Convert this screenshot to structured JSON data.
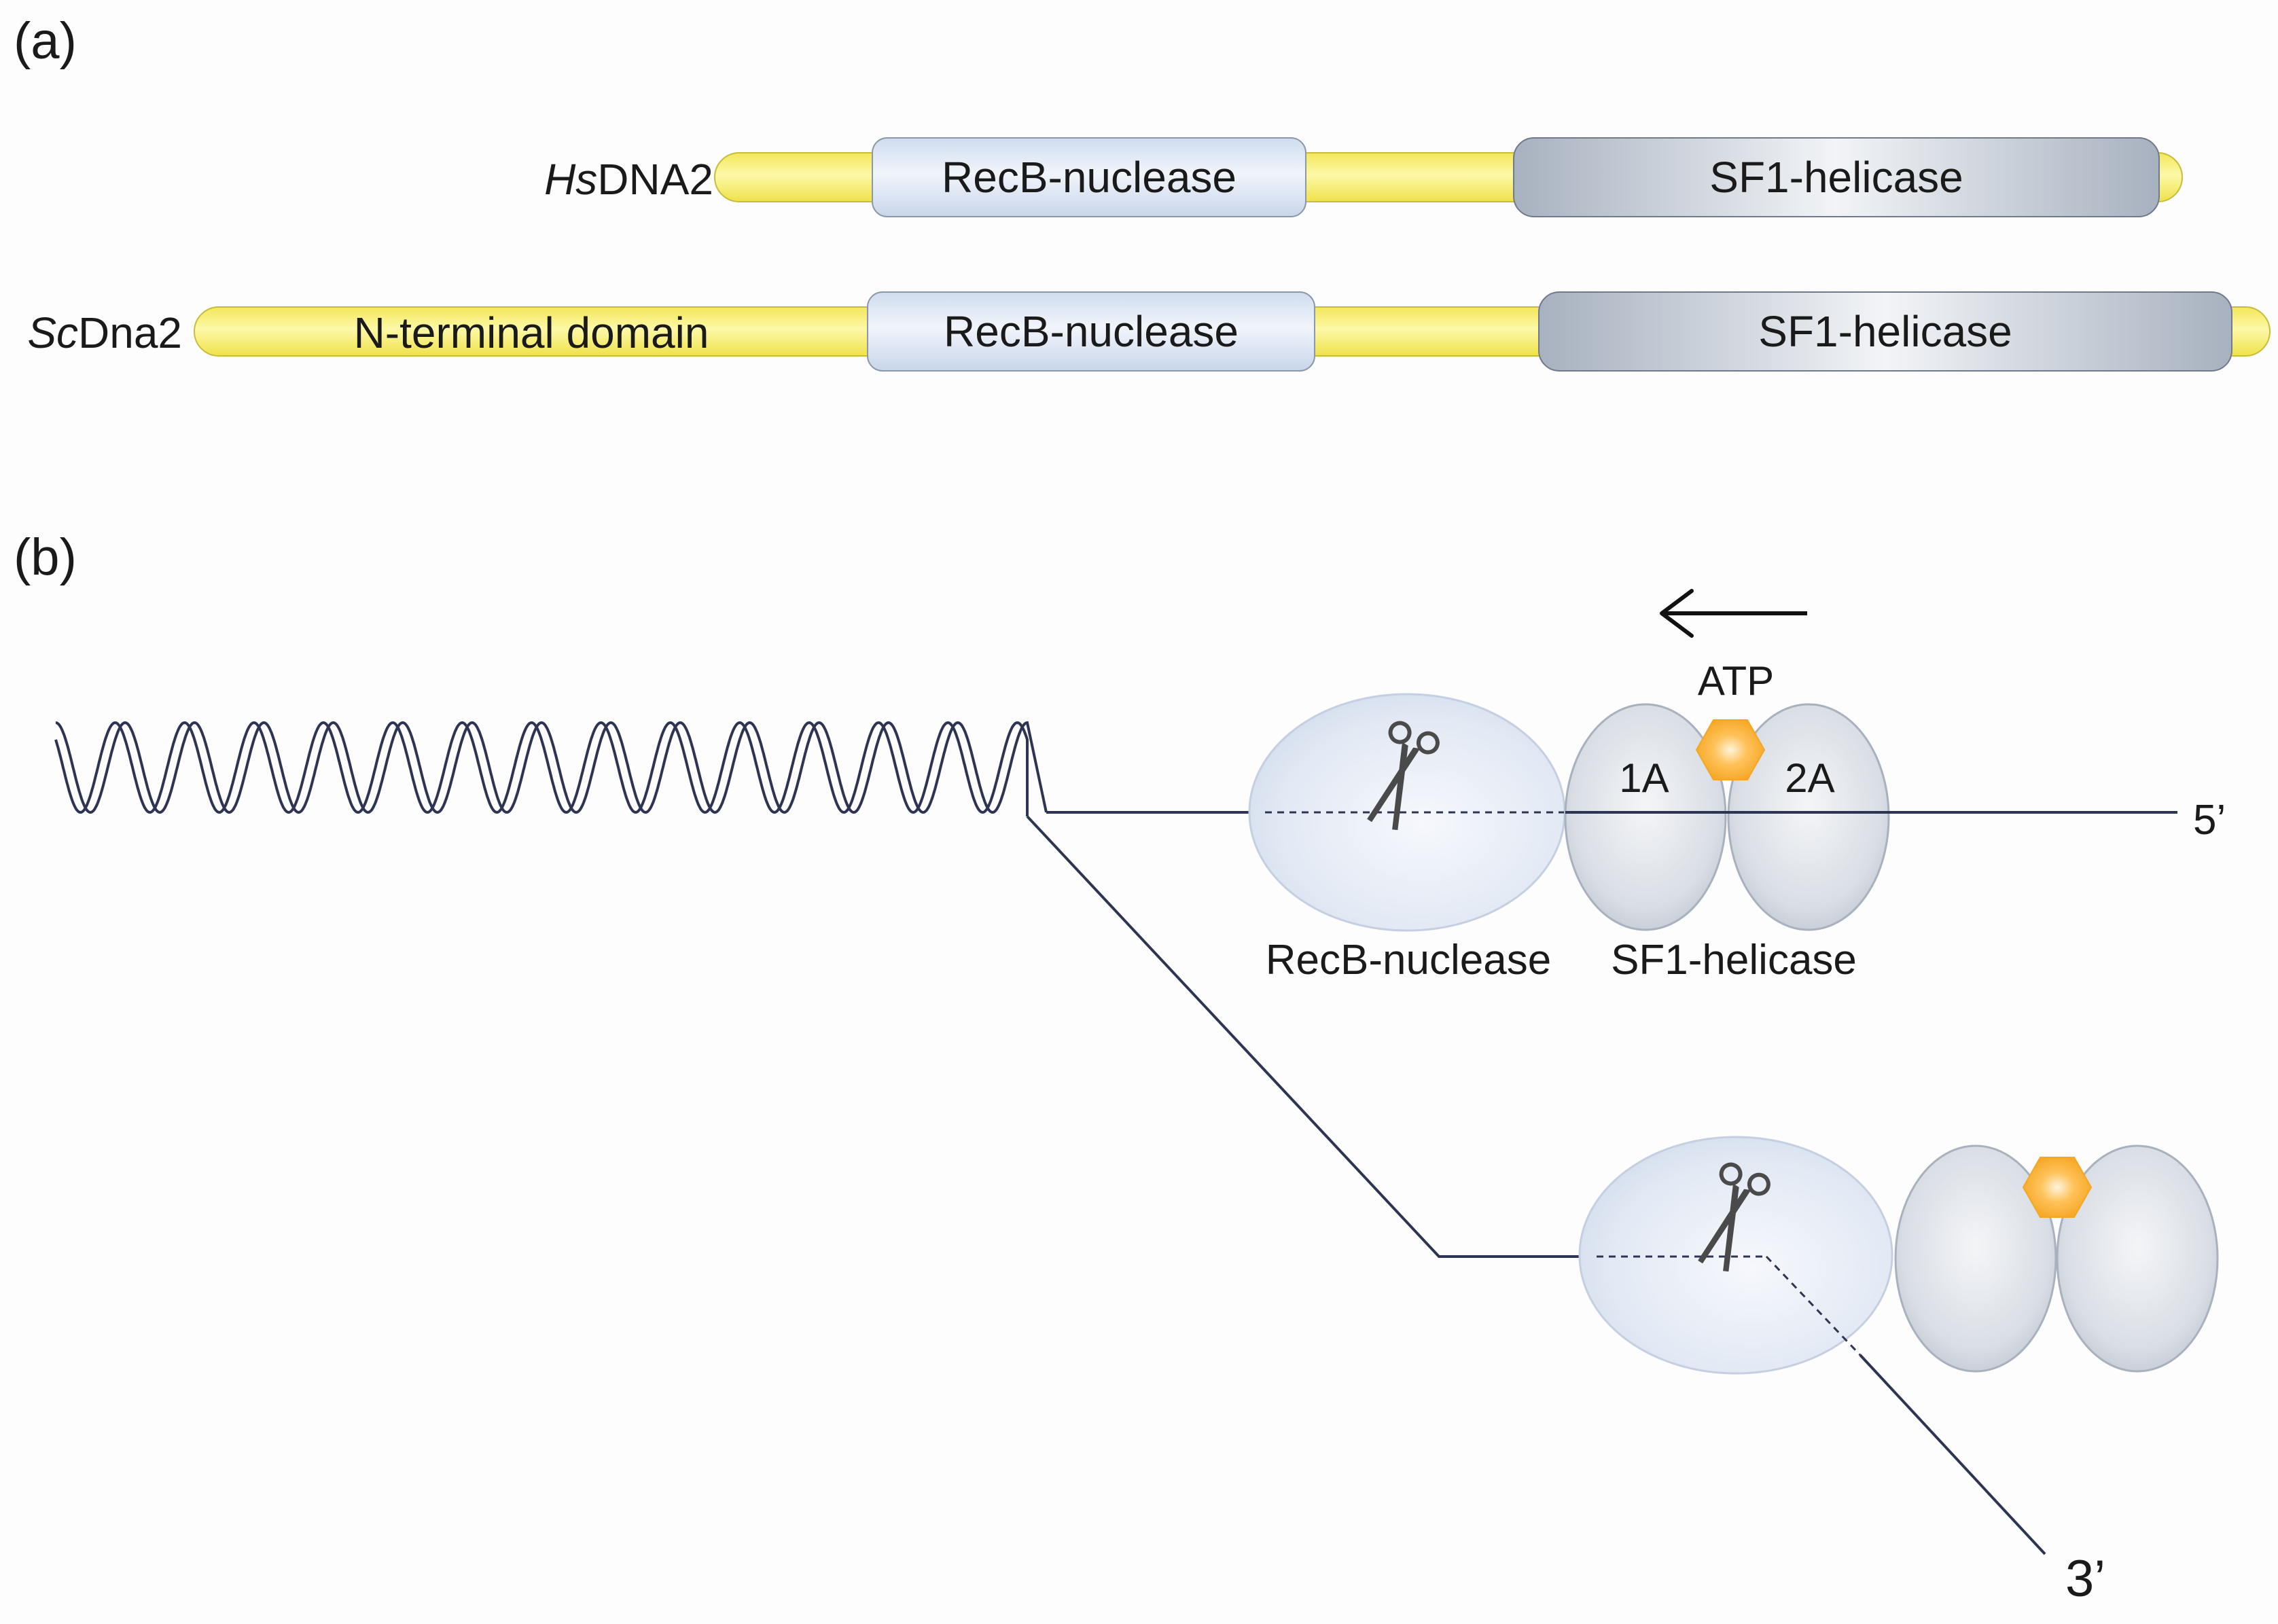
{
  "panel_a": {
    "label": "(a)",
    "hs": {
      "name_italic": "Hs",
      "name_rest": "DNA2",
      "nuclease": "RecB-nuclease",
      "helicase": "SF1-helicase"
    },
    "sc": {
      "name_italic": "Sc",
      "name_rest": "Dna2",
      "n_terminal": "N-terminal domain",
      "nuclease": "RecB-nuclease",
      "helicase": "SF1-helicase"
    }
  },
  "panel_b": {
    "label": "(b)",
    "atp": "ATP",
    "subdomain_1a": "1A",
    "subdomain_2a": "2A",
    "nuclease_label": "RecB-nuclease",
    "helicase_label": "SF1-helicase",
    "end_5": "5’",
    "end_3": "3’"
  },
  "colors": {
    "linker_yellow": "#f7ef7a",
    "nuclease_blue": "#dfe8f5",
    "helicase_gray": "#b9c3d0",
    "dna_navy": "#2e3552",
    "atp_orange": "#f5a623"
  }
}
